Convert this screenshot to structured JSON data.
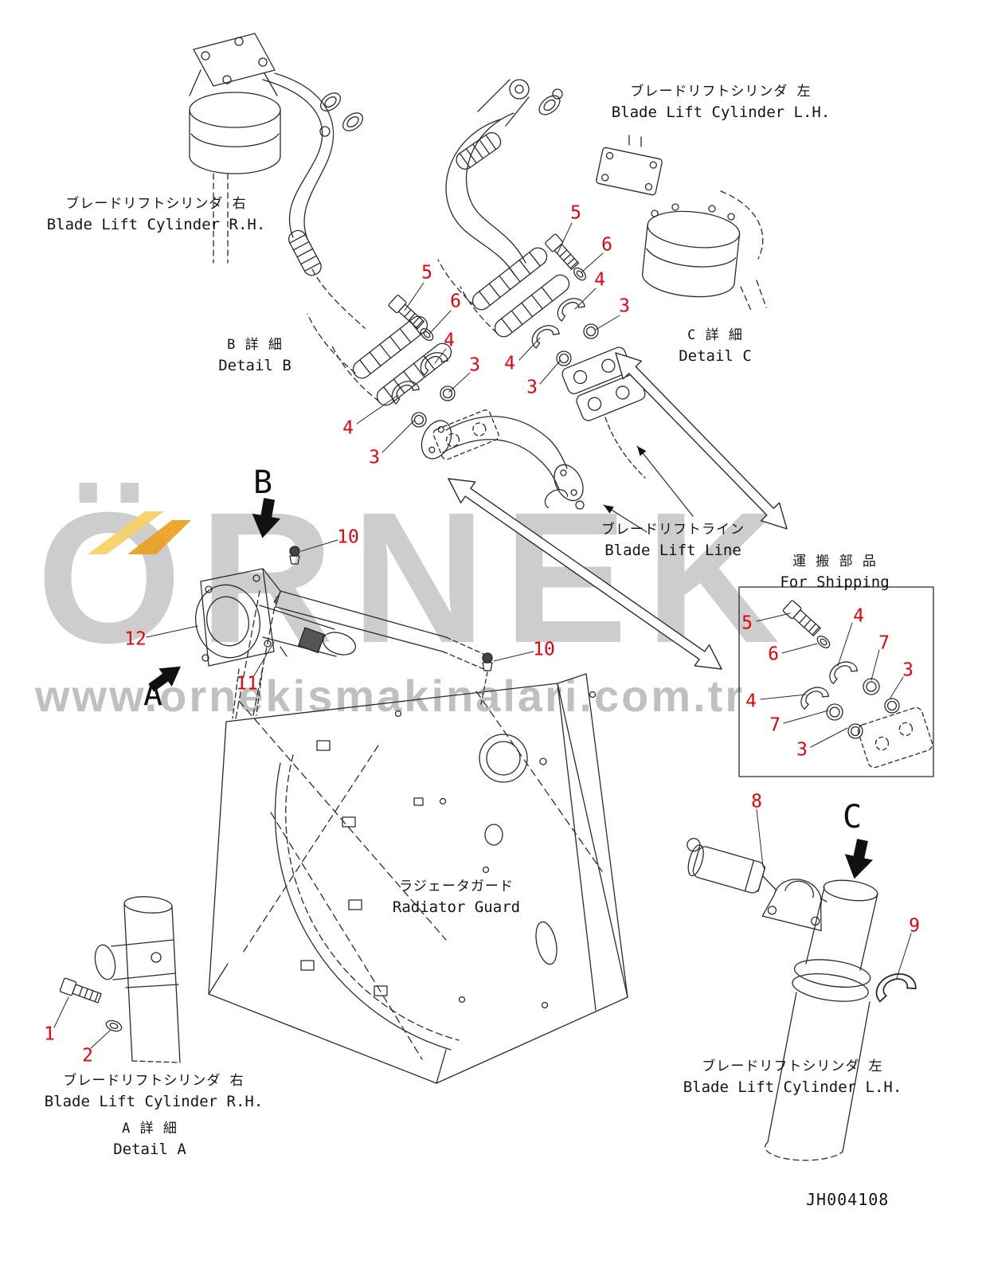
{
  "watermark": {
    "brand": "ÖRNEK",
    "url": "www.ornekismakinalari.com.tr",
    "accent_yellow_light": "#f6cf66",
    "accent_yellow_dark": "#e9a01e"
  },
  "colors": {
    "callout_red": "#e8000d",
    "line_ink": "#2b2b2b"
  },
  "drawing_number": "JH004108",
  "sections": {
    "a": "A",
    "b": "B",
    "c": "C"
  },
  "labels": {
    "cyl_lh_top": {
      "jp": "ブレードリフトシリンダ 左",
      "en": "Blade Lift Cylinder L.H."
    },
    "cyl_rh_top": {
      "jp": "ブレードリフトシリンダ 右",
      "en": "Blade Lift Cylinder R.H."
    },
    "detail_b": {
      "jp": "B 詳 細",
      "en": "Detail B"
    },
    "detail_c": {
      "jp": "C 詳 細",
      "en": "Detail C"
    },
    "blade_lift_line": {
      "jp": "ブレードリフトライン",
      "en": "Blade Lift Line"
    },
    "for_shipping": {
      "jp": "運 搬 部 品",
      "en": "For Shipping"
    },
    "radiator_guard": {
      "jp": "ラジェータガード",
      "en": "Radiator Guard"
    },
    "cyl_rh_bottom": {
      "jp": "ブレードリフトシリンダ 右",
      "en": "Blade Lift Cylinder R.H."
    },
    "detail_a": {
      "jp": "A 詳 細",
      "en": "Detail A"
    },
    "cyl_lh_bottom": {
      "jp": "ブレードリフトシリンダ 左",
      "en": "Blade Lift Cylinder L.H."
    }
  },
  "callouts": [
    "5",
    "6",
    "4",
    "3",
    "4",
    "3",
    "5",
    "6",
    "4",
    "3",
    "4",
    "3",
    "10",
    "12",
    "11",
    "10",
    "5",
    "4",
    "6",
    "7",
    "3",
    "4",
    "7",
    "3",
    "8",
    "9",
    "1",
    "2"
  ]
}
